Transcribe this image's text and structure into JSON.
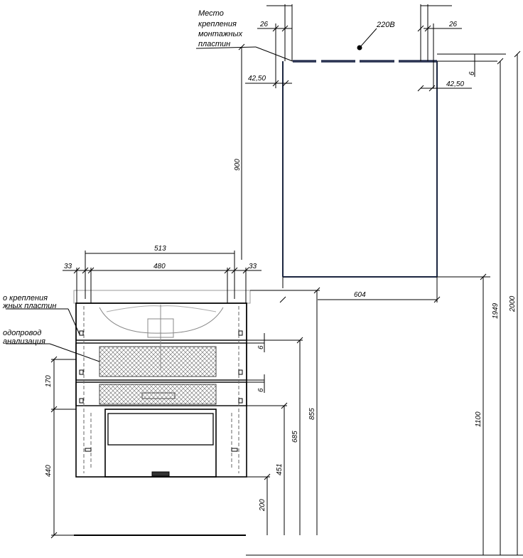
{
  "labels": {
    "mount_plates_top": [
      "Место",
      "крепления",
      "монтажных",
      "пластин"
    ],
    "mount_plates_left": [
      "о крепления",
      "жных пластин"
    ],
    "pipes_left": [
      "одопровод",
      "анализация"
    ],
    "power": "220В"
  },
  "dimensions": {
    "top_26_left": "26",
    "top_26_right": "26",
    "top_6": "6",
    "top_42_left": "42,50",
    "top_42_right": "42,50",
    "mirror_900": "900",
    "mirror_604": "604",
    "cab_513": "513",
    "cab_480": "480",
    "cab_33_left": "33",
    "cab_33_right": "33",
    "drawer_6_a": "6",
    "drawer_6_b": "6",
    "h_170": "170",
    "h_440": "440",
    "h_200": "200",
    "h_451": "451",
    "h_685": "685",
    "h_855": "855",
    "h_1100": "1100",
    "h_1949": "1949",
    "h_2000": "2000"
  },
  "colors": {
    "line": "#000000",
    "mirror_line": "#1c2640",
    "hatch": "#555555"
  }
}
